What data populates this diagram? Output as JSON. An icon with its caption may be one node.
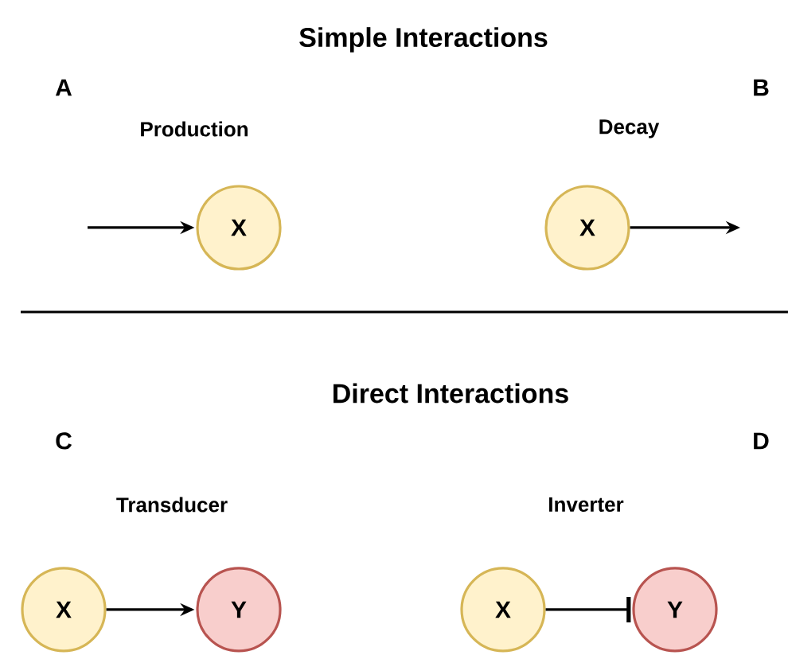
{
  "diagram": {
    "nodes": [
      {
        "text": [
          "X"
        ]
      },
      {
        "text": [
          "X"
        ]
      },
      {
        "text": [
          "X"
        ]
      },
      {
        "text": [
          "Y"
        ]
      },
      {
        "text": [
          "X"
        ]
      },
      {
        "text": [
          "Y"
        ]
      }
    ],
    "edges": [
      {
        "from": null,
        "to": 0,
        "arrow": "to"
      },
      {
        "from": 1,
        "to": null,
        "arrow": "to"
      },
      {
        "from": 2,
        "to": 3,
        "arrow": "to"
      },
      {
        "from": 4,
        "to": 5,
        "arrow": "other"
      }
    ],
    "labels": [
      "Simple Interactions",
      "A",
      "B",
      "Production",
      "Decay",
      "Direct Interactions",
      "C",
      "D",
      "Transducer",
      "Inverter"
    ]
  }
}
